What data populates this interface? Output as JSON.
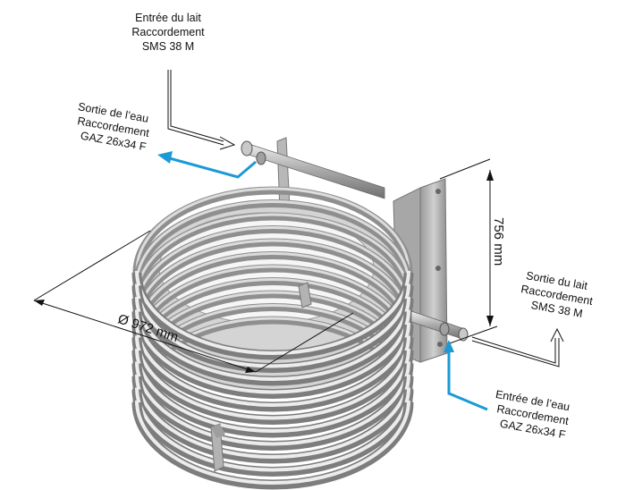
{
  "labels": {
    "milk_in": [
      "Entrée du lait",
      "Raccordement",
      "SMS 38 M"
    ],
    "water_out": [
      "Sortie de l’eau",
      "Raccordement",
      "GAZ 26x34 F"
    ],
    "milk_out": [
      "Sortie du lait",
      "Raccordement",
      "SMS 38 M"
    ],
    "water_in": [
      "Entrée de l’eau",
      "Raccordement",
      "GAZ 26x34 F"
    ]
  },
  "dimensions": {
    "diameter": "Ø 972 mm",
    "height": "756 mm"
  },
  "colors": {
    "water_arrow": "#1b9ad6",
    "leader_line": "#111111",
    "coil_light": "#e3e3e3",
    "coil_dark": "#7b7b7b",
    "bracket": "#b4b4b4"
  },
  "icons": [
    "milk-inlet-arrow-icon",
    "water-outlet-arrow-icon",
    "milk-outlet-arrow-icon",
    "water-inlet-arrow-icon"
  ]
}
